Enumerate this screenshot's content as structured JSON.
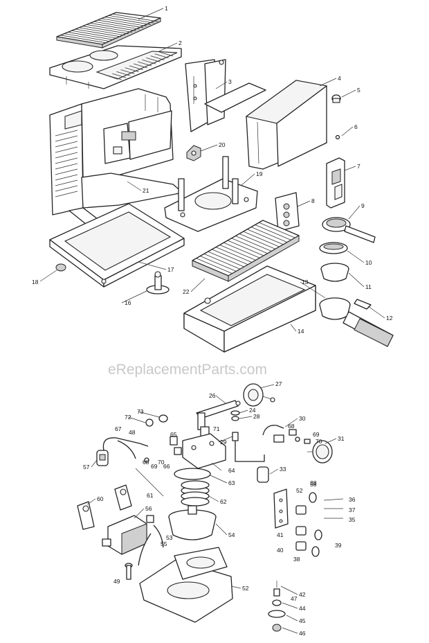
{
  "watermark": "eReplacementParts.com",
  "callouts": [
    "1",
    "2",
    "3",
    "4",
    "5",
    "6",
    "7",
    "8",
    "9",
    "10",
    "11",
    "12",
    "13",
    "14",
    "16",
    "17",
    "18",
    "19",
    "20",
    "21",
    "22",
    "26",
    "27",
    "24",
    "28",
    "30",
    "29",
    "68",
    "69",
    "70",
    "31",
    "73",
    "72",
    "67",
    "48",
    "65",
    "71",
    "66",
    "57",
    "64",
    "63",
    "33",
    "61",
    "62",
    "60",
    "58",
    "36",
    "37",
    "35",
    "56",
    "54",
    "53",
    "41",
    "39",
    "55",
    "40",
    "38",
    "49",
    "52",
    "42",
    "47",
    "44",
    "45",
    "46"
  ]
}
